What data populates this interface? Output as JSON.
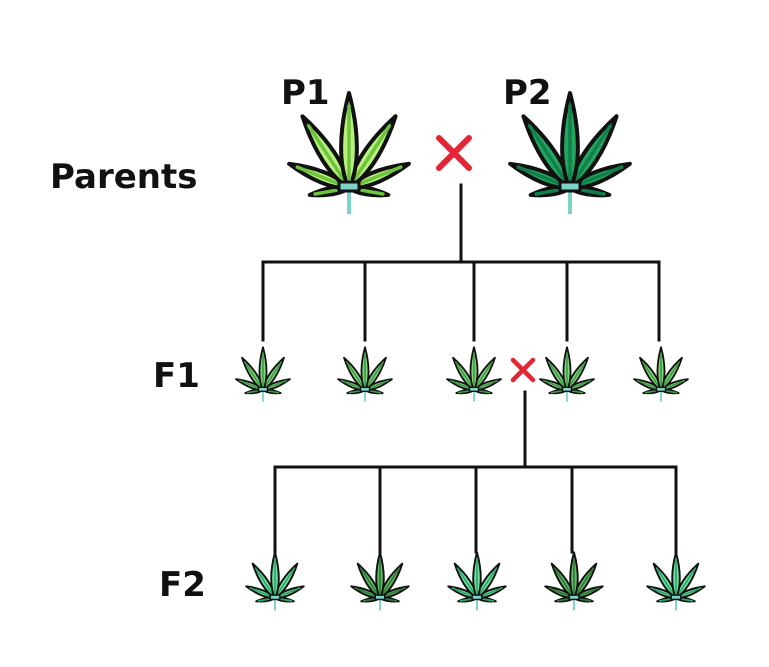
{
  "labels": {
    "parents": "Parents",
    "p1": "P1",
    "p2": "P2",
    "f1": "F1",
    "f2": "F2"
  },
  "colors": {
    "line": "#111111",
    "cross": "#e32636",
    "p1_leaf": "#b8f07a",
    "p1_vein": "#6cc33c",
    "p2_leaf": "#23a55e",
    "p2_vein": "#12804a",
    "f1_leaf": "#7fd27a",
    "f1_vein": "#3f9a45",
    "f2_light_leaf": "#6fe0a0",
    "f2_light_vein": "#2fa86a",
    "f2_dark_leaf": "#5fb864",
    "f2_dark_vein": "#2f7a37",
    "stem": "#7dd3c8"
  },
  "icons": {
    "plant": "cannabis-leaf-icon",
    "cross": "cross-icon"
  }
}
